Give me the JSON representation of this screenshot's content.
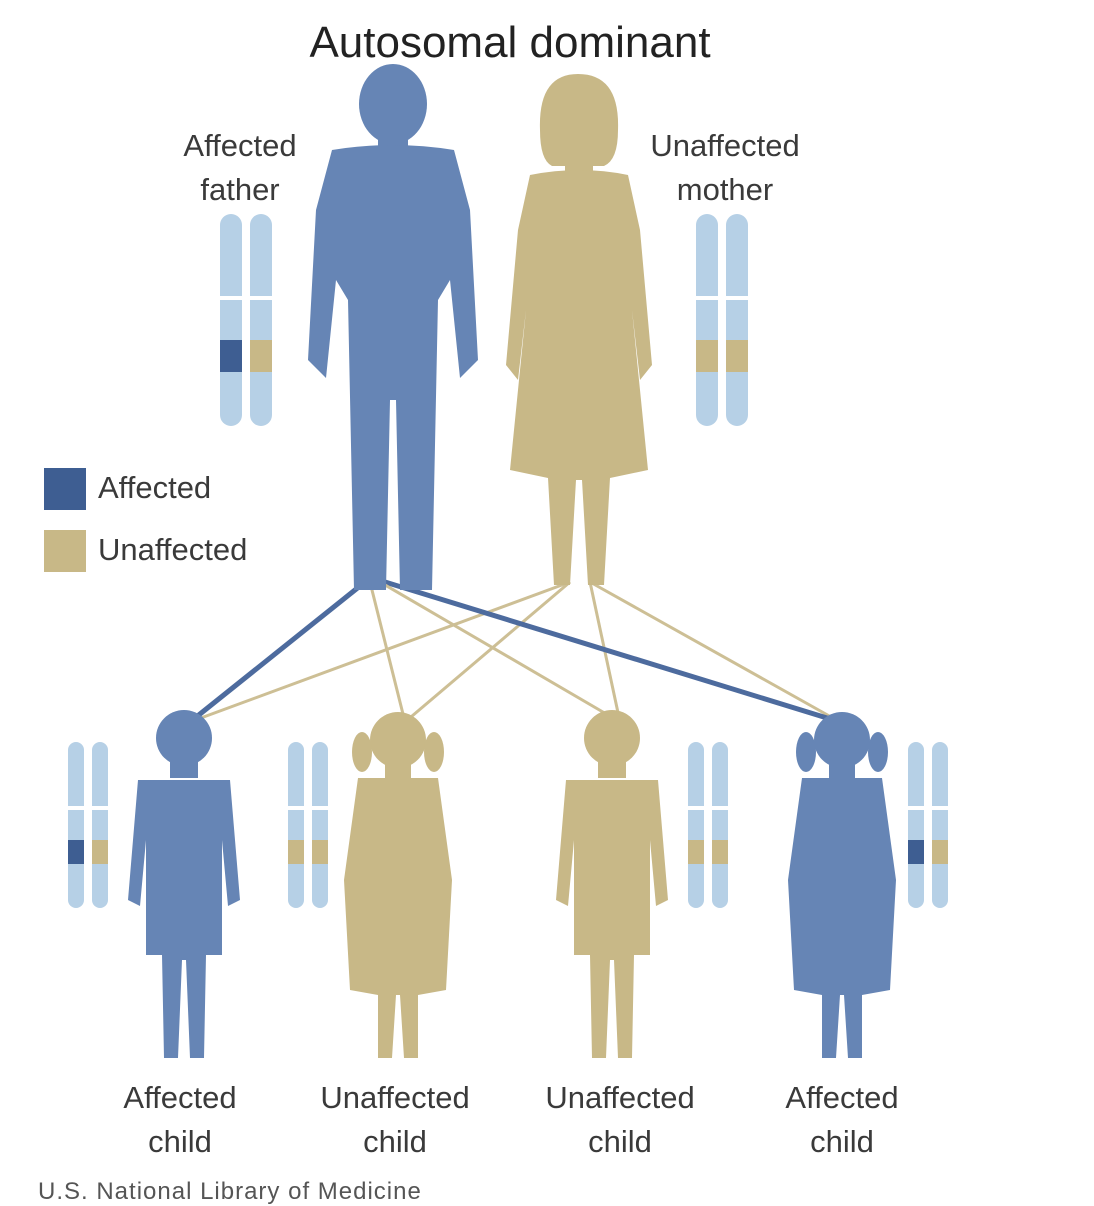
{
  "title": "Autosomal dominant",
  "colors": {
    "affected": "#6685b5",
    "affected_dark": "#3e5e92",
    "unaffected": "#c8b887",
    "chromosome": "#b6d0e6"
  },
  "parents": {
    "father": {
      "label": "Affected\nfather",
      "status": "affected"
    },
    "mother": {
      "label": "Unaffected\nmother",
      "status": "unaffected"
    }
  },
  "legend": [
    {
      "label": "Affected",
      "status": "affected"
    },
    {
      "label": "Unaffected",
      "status": "unaffected"
    }
  ],
  "children": [
    {
      "label": "Affected\nchild",
      "status": "affected"
    },
    {
      "label": "Unaffected\nchild",
      "status": "unaffected"
    },
    {
      "label": "Unaffected\nchild",
      "status": "unaffected"
    },
    {
      "label": "Affected\nchild",
      "status": "affected"
    }
  ],
  "credit": "U.S. National Library of Medicine"
}
